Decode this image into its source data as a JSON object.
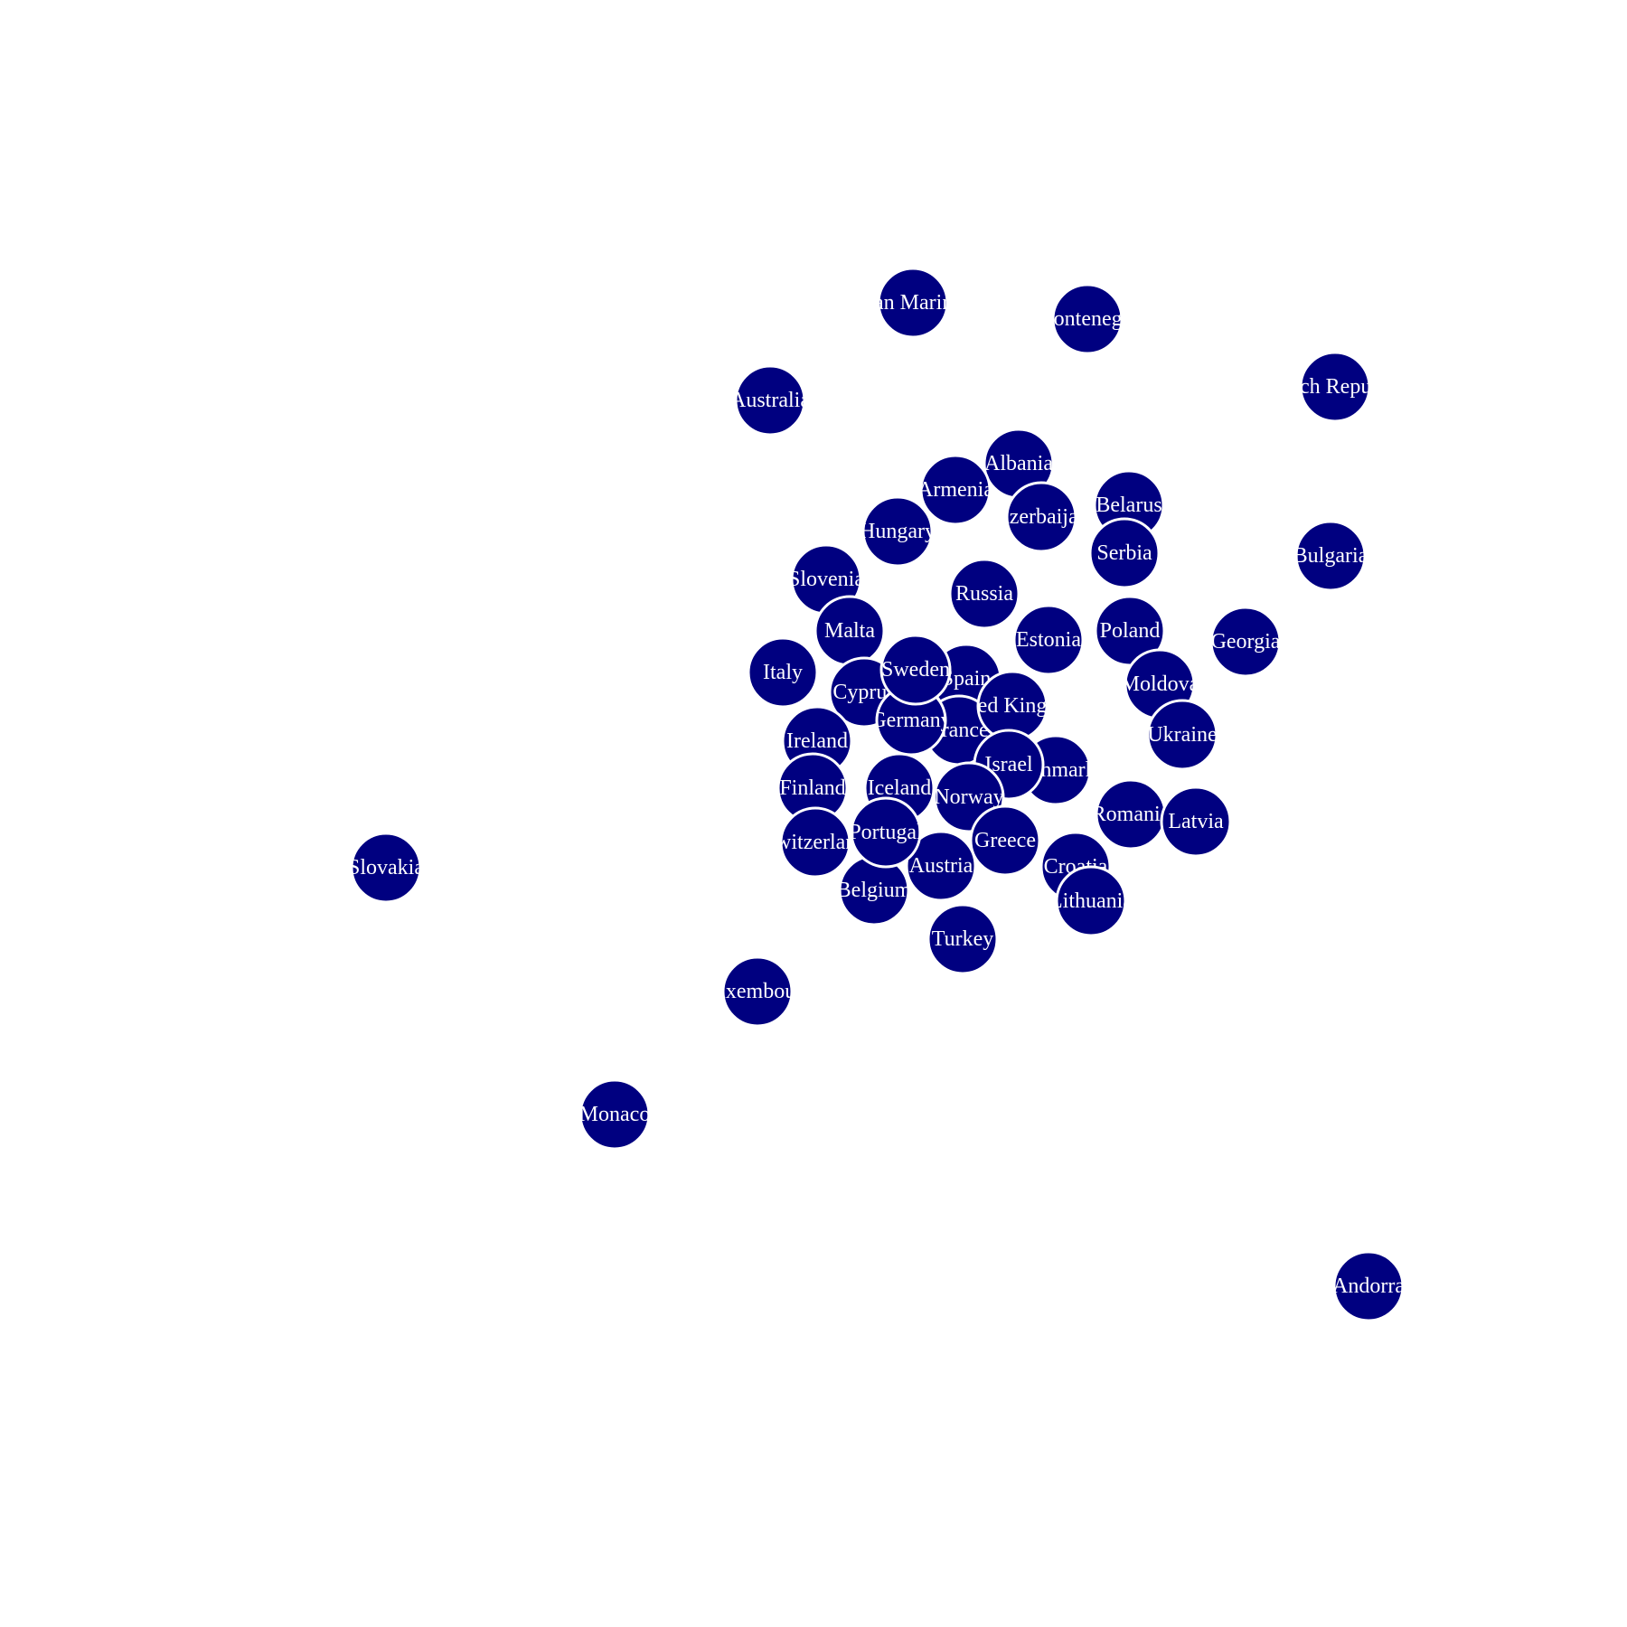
{
  "style": {
    "node_fill": "#000080",
    "node_stroke": "#ffffff",
    "label_color": "#ffffff",
    "background": "#ffffff"
  },
  "nodes": [
    {
      "id": "san-marino",
      "label": "San Marino"
    },
    {
      "id": "montenegro",
      "label": "Montenegro"
    },
    {
      "id": "czech-republic",
      "label": "Czech Republic"
    },
    {
      "id": "australia",
      "label": "Australia"
    },
    {
      "id": "albania",
      "label": "Albania"
    },
    {
      "id": "armenia",
      "label": "Armenia"
    },
    {
      "id": "belarus",
      "label": "Belarus"
    },
    {
      "id": "azerbaijan",
      "label": "Azerbaijan"
    },
    {
      "id": "hungary",
      "label": "Hungary"
    },
    {
      "id": "serbia",
      "label": "Serbia"
    },
    {
      "id": "bulgaria",
      "label": "Bulgaria"
    },
    {
      "id": "slovenia",
      "label": "Slovenia"
    },
    {
      "id": "russia",
      "label": "Russia"
    },
    {
      "id": "malta",
      "label": "Malta"
    },
    {
      "id": "estonia",
      "label": "Estonia"
    },
    {
      "id": "poland",
      "label": "Poland"
    },
    {
      "id": "georgia",
      "label": "Georgia"
    },
    {
      "id": "italy",
      "label": "Italy"
    },
    {
      "id": "spain",
      "label": "Spain"
    },
    {
      "id": "cyprus",
      "label": "Cyprus"
    },
    {
      "id": "moldova",
      "label": "Moldova"
    },
    {
      "id": "france",
      "label": "France"
    },
    {
      "id": "germany",
      "label": "Germany"
    },
    {
      "id": "sweden",
      "label": "Sweden"
    },
    {
      "id": "united-kingdom",
      "label": "United Kingdom"
    },
    {
      "id": "ukraine",
      "label": "Ukraine"
    },
    {
      "id": "ireland",
      "label": "Ireland"
    },
    {
      "id": "denmark",
      "label": "Denmark"
    },
    {
      "id": "israel",
      "label": "Israel"
    },
    {
      "id": "finland",
      "label": "Finland"
    },
    {
      "id": "iceland",
      "label": "Iceland"
    },
    {
      "id": "romania",
      "label": "Romania"
    },
    {
      "id": "latvia",
      "label": "Latvia"
    },
    {
      "id": "norway",
      "label": "Norway"
    },
    {
      "id": "greece",
      "label": "Greece"
    },
    {
      "id": "switzerland",
      "label": "Switzerland"
    },
    {
      "id": "austria",
      "label": "Austria"
    },
    {
      "id": "croatia",
      "label": "Croatia"
    },
    {
      "id": "belgium",
      "label": "Belgium"
    },
    {
      "id": "portugal",
      "label": "Portugal"
    },
    {
      "id": "lithuania",
      "label": "Lithuania"
    },
    {
      "id": "slovakia",
      "label": "Slovakia"
    },
    {
      "id": "turkey",
      "label": "Turkey"
    },
    {
      "id": "luxembourg",
      "label": "Luxembourg"
    },
    {
      "id": "monaco",
      "label": "Monaco"
    },
    {
      "id": "andorra",
      "label": "Andorra"
    }
  ]
}
